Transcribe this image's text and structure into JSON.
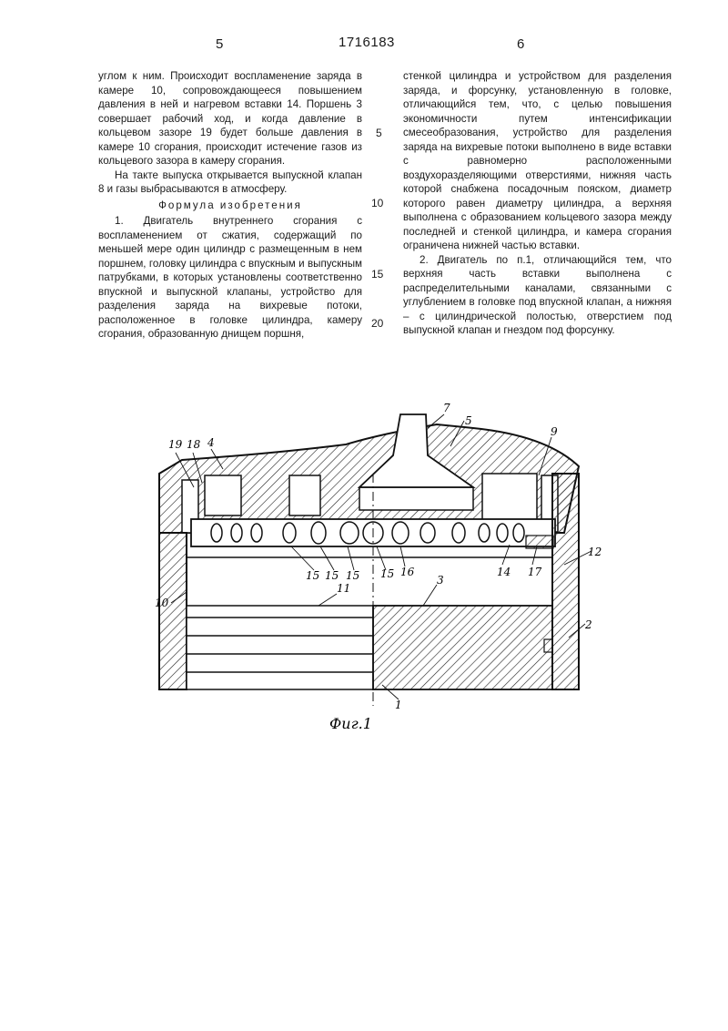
{
  "header": {
    "page_left": "5",
    "patent_number": "1716183",
    "page_right": "6"
  },
  "left_column": {
    "p1": "углом к ним. Происходит воспламенение заряда в камере 10, сопровождающееся повышением давления в ней и нагревом вставки 14. Поршень 3 совершает рабочий ход, и когда давление в кольцевом зазоре 19 будет больше давления в камере 10 сгорания, происходит истечение газов из кольцевого зазора в камеру сгорания.",
    "p2": "На такте выпуска открывается выпускной клапан 8 и газы выбрасываются в атмосферу.",
    "heading": "Формула изобретения",
    "p3": "1. Двигатель внутреннего сгорания с воспламенением от сжатия, содержащий по меньшей мере один цилиндр с размещенным в нем поршнем, головку цилиндра с впускным и выпускным патрубками, в которых установлены соответственно впускной и выпускной клапаны, устройство для разделения заряда на вихревые потоки, расположенное в головке цилиндра, камеру сгорания, образованную днищем поршня,"
  },
  "right_column": {
    "p1": "стенкой цилиндра и устройством для разделения заряда, и форсунку, установленную в головке, отличающийся тем, что, с целью повышения экономичности путем интенсификации смесеобразования, устройство для разделения заряда на вихревые потоки выполнено в виде вставки с равномерно расположенными воздухоразделяющими отверстиями, нижняя часть которой снабжена посадочным пояском, диаметр которого равен диаметру цилиндра, а верхняя выполнена с образованием кольцевого зазора между последней и стенкой цилиндра, и камера сгорания ограничена нижней частью вставки.",
    "p2": "2. Двигатель по п.1, отличающийся тем, что верхняя часть вставки выполнена с распределительными каналами, связанными с углублением в головке под впускной клапан, а нижняя – с цилиндрической полостью, отверстием под выпускной клапан и гнездом под форсунку."
  },
  "line_numbers": [
    "5",
    "10",
    "15",
    "20"
  ],
  "figure": {
    "caption": "Фиг.1",
    "labels": {
      "l19": "19",
      "l18": "18",
      "l4": "4",
      "l7": "7",
      "l5": "5",
      "l9": "9",
      "l12": "12",
      "l10": "10",
      "l11": "11",
      "l3": "3",
      "l2": "2",
      "l1": "1",
      "l15a": "15",
      "l15b": "15",
      "l15c": "15",
      "l15d": "15",
      "l16": "16",
      "l14": "14",
      "l17": "17"
    }
  }
}
